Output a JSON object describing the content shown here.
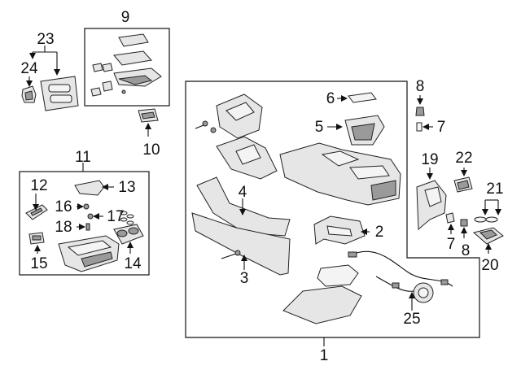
{
  "callouts": {
    "c1": "1",
    "c2": "2",
    "c3": "3",
    "c4": "4",
    "c5": "5",
    "c6": "6",
    "c7a": "7",
    "c7b": "7",
    "c8a": "8",
    "c8b": "8",
    "c9": "9",
    "c10": "10",
    "c11": "11",
    "c12": "12",
    "c13": "13",
    "c14": "14",
    "c15": "15",
    "c16": "16",
    "c17": "17",
    "c18": "18",
    "c19": "19",
    "c20": "20",
    "c21": "21",
    "c22": "22",
    "c23": "23",
    "c24": "24",
    "c25": "25"
  },
  "colors": {
    "line": "#111111",
    "part_fill": "#e6e6e6",
    "part_dark": "#9a9a9a",
    "background": "#ffffff"
  }
}
